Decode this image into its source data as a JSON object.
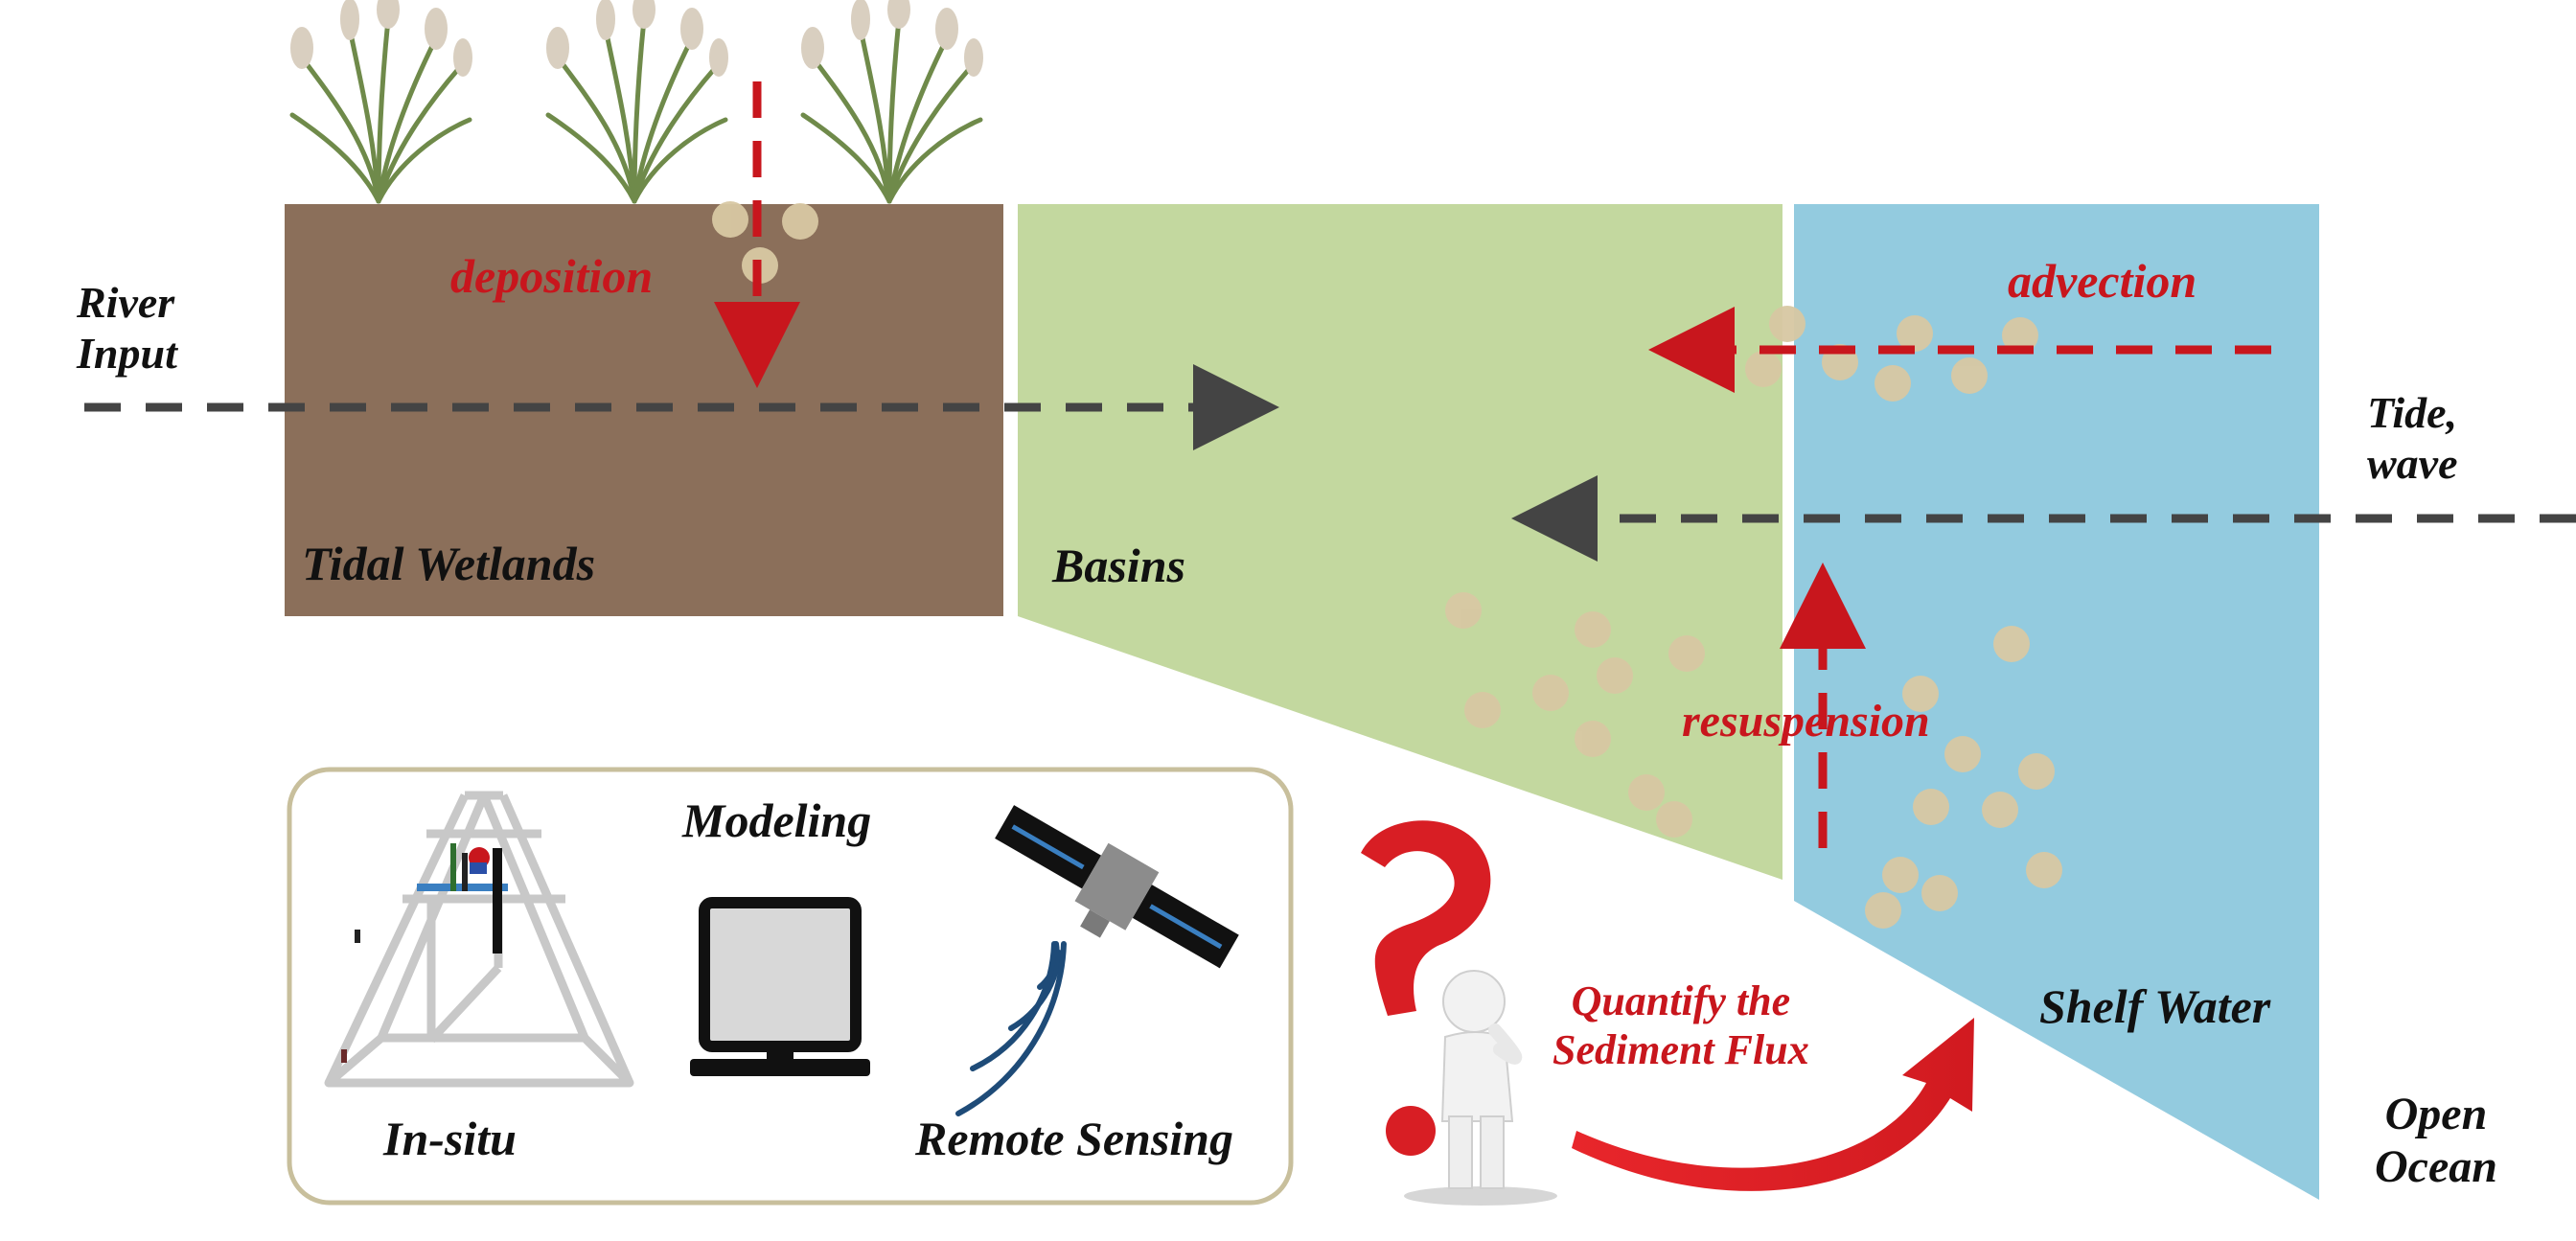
{
  "labels": {
    "river_input_line1": "River",
    "river_input_line2": "Input",
    "tide_wave_line1": "Tide,",
    "tide_wave_line2": "wave",
    "tidal_wetlands": "Tidal Wetlands",
    "basins": "Basins",
    "shelf_water": "Shelf Water",
    "open_ocean_line1": "Open",
    "open_ocean_line2": "Ocean"
  },
  "processes": {
    "deposition": "deposition",
    "advection": "advection",
    "resuspension": "resuspension"
  },
  "methods": {
    "in_situ": "In-situ",
    "modeling": "Modeling",
    "remote_sensing": "Remote Sensing"
  },
  "callout": {
    "line1": "Quantify the",
    "line2": "Sediment Flux"
  },
  "colors": {
    "wetland": "#8b6f5a",
    "basin": "#c3d89f",
    "shelf": "#93cbdf",
    "sediment": "#d8c8a3",
    "process_arrow": "#c8161d",
    "flow_arrow": "#444444",
    "box_border": "#c8bf9c",
    "question_mark": "#d81e24"
  },
  "icons": [
    "reed-plant-icon",
    "in-situ-tripod-icon",
    "computer-monitor-icon",
    "satellite-icon",
    "signal-waves-icon",
    "thinking-person-icon",
    "question-mark-icon"
  ]
}
